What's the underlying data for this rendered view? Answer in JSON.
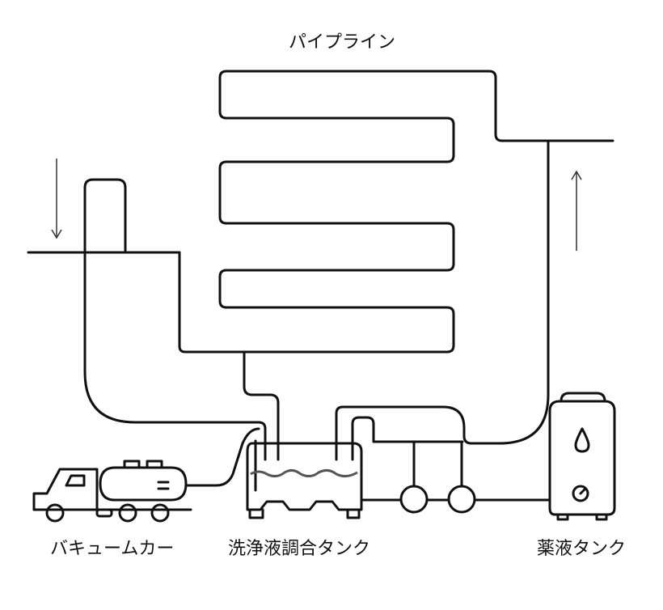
{
  "labels": {
    "pipeline": "パイプライン",
    "vacuum_truck": "バキュームカー",
    "mixing_tank": "洗浄液調合タンク",
    "chemical_tank": "薬液タンク"
  },
  "colors": {
    "line": "#111111",
    "liquid": "#555555",
    "flow_arrow": "#333333",
    "background": "#ffffff"
  },
  "icons": {
    "vacuum_truck": "vacuum-truck-icon",
    "mixing_tank": "mixing-tank-icon",
    "chemical_tank": "chemical-tank-icon",
    "pump_1": "pump-icon",
    "pump_2": "pump-icon",
    "flow_down": "arrow-down-icon",
    "flow_up": "arrow-up-icon"
  }
}
